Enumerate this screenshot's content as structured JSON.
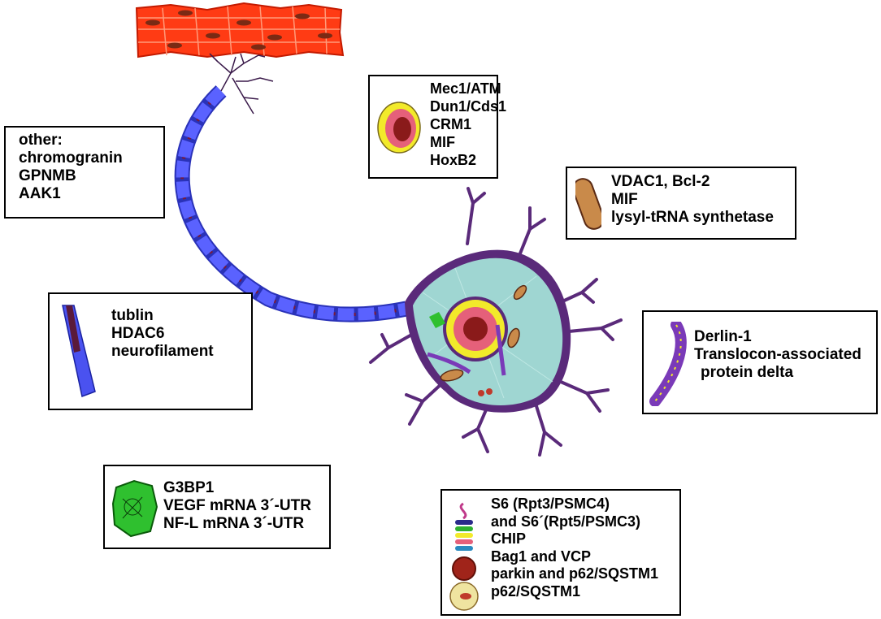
{
  "colors": {
    "muscle": "#ff3b14",
    "axon": "#4a52f0",
    "neuron_body": "#9fd6d2",
    "neuron_membrane": "#5a2a7a",
    "nucleus_ring": "#f2ea2a",
    "nucleus_inner": "#e5607a",
    "mitochondrion": "#c98a4a",
    "granule": "#2fc02f",
    "er": "#7a3ab8"
  },
  "boxes": {
    "other": [
      "other:",
      "chromogranin",
      "GPNMB",
      "AAK1"
    ],
    "nucleus": [
      "Mec1/ATM",
      "Dun1/Cds1",
      "CRM1",
      "MIF",
      "HoxB2"
    ],
    "mitochondrion": [
      "VDAC1, Bcl-2",
      "MIF",
      "lysyl-tRNA synthetase"
    ],
    "cytoskeleton": [
      "tublin",
      "HDAC6",
      "neurofilament"
    ],
    "er": [
      "Derlin-1",
      "Translocon-associated",
      "protein delta"
    ],
    "stress_granule": [
      "G3BP1",
      "VEGF mRNA 3´-UTR",
      "NF-L mRNA 3´-UTR"
    ],
    "proteasome": [
      "S6 (Rpt3/PSMC4)",
      "and S6´(Rpt5/PSMC3)",
      "CHIP",
      "Bag1 and VCP",
      "parkin and p62/SQSTM1",
      "p62/SQSTM1"
    ]
  },
  "icons": {
    "muscle": "muscle-tissue-icon",
    "axon": "myelinated-axon-icon",
    "neuron": "neuron-cell-body-icon",
    "nucleus": "nucleus-icon",
    "mitochondrion": "mitochondrion-icon",
    "microtubule": "microtubule-icon",
    "er": "endoplasmic-reticulum-icon",
    "granule": "stress-granule-icon",
    "proteasome": "proteasome-stack-icon"
  }
}
